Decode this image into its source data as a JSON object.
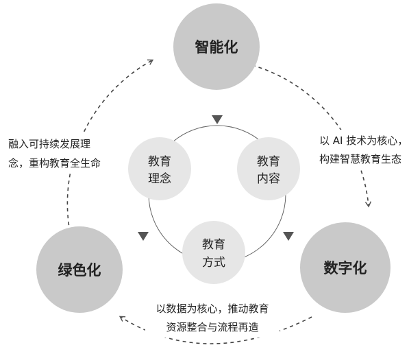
{
  "outer_nodes": {
    "top": "智能化",
    "right": "数字化",
    "left": "绿色化"
  },
  "inner_nodes": {
    "concept": [
      "教育",
      "理念"
    ],
    "content": [
      "教育",
      "内容"
    ],
    "method": [
      "教育",
      "方式"
    ]
  },
  "captions": {
    "left": [
      "融入可持续发展理",
      "念，重构教育全生命"
    ],
    "right": [
      "以 AI 技术为核心，",
      "构建智慧教育生态"
    ],
    "bottom": [
      "以数据为核心，推动教育",
      "资源整合与流程再造"
    ]
  },
  "colors": {
    "outer_fill": "#c9c9c9",
    "inner_fill": "#e6e6e6",
    "arrow": "#555555",
    "triangle": "#555555"
  }
}
